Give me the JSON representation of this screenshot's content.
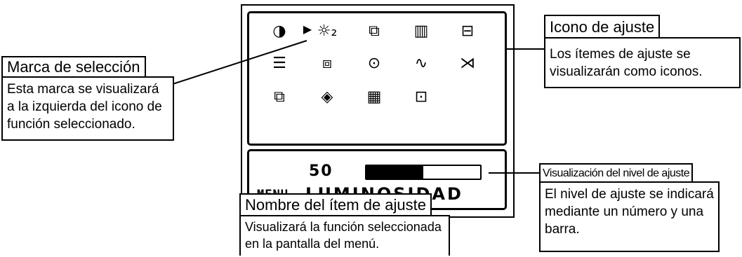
{
  "osd": {
    "icons": [
      {
        "name": "contrast-icon",
        "glyph": "◑"
      },
      {
        "name": "brightness-icon",
        "glyph": "☼₂"
      },
      {
        "name": "position-icon",
        "glyph": "⧉"
      },
      {
        "name": "moire-icon",
        "glyph": "▥"
      },
      {
        "name": "size-icon",
        "glyph": "⊟"
      },
      {
        "name": "pincushion-icon",
        "glyph": "☰"
      },
      {
        "name": "trapezoid-icon",
        "glyph": "⧈"
      },
      {
        "name": "rotation-icon",
        "glyph": "⊙"
      },
      {
        "name": "wave-icon",
        "glyph": "∿"
      },
      {
        "name": "color-icon",
        "glyph": "⋊"
      },
      {
        "name": "window-icon",
        "glyph": "⧉"
      },
      {
        "name": "recall-icon",
        "glyph": "◈"
      },
      {
        "name": "mode-icon",
        "glyph": "▦"
      },
      {
        "name": "info-icon",
        "glyph": "⊡"
      }
    ],
    "selection_mark": "▶",
    "level_value": "50",
    "level_fraction": 0.5,
    "menu_label": "MENU",
    "item_name": "LUMINOSIDAD"
  },
  "callouts": {
    "selection_mark": {
      "title": "Marca de selección",
      "body": "Esta marca se visualizará a la izquierda del icono de función seleccionado."
    },
    "adjust_icon": {
      "title": "Icono de ajuste",
      "body": "Los ítemes de ajuste se visualizarán como iconos."
    },
    "level_display": {
      "title": "Visualización del nivel de ajuste",
      "body": "El nivel de ajuste se indicará mediante un número y una barra."
    },
    "item_name": {
      "title": "Nombre del ítem de ajuste",
      "body": "Visualizará la función seleccionada en la pantalla del menú."
    }
  }
}
